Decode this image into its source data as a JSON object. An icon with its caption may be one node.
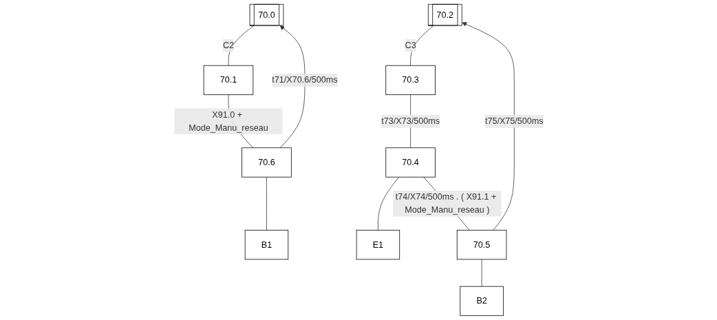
{
  "diagram": {
    "nodes": [
      {
        "text": [
          "70.0"
        ]
      },
      {
        "text": [
          "70.1"
        ]
      },
      {
        "text": [
          "70.6"
        ]
      },
      {
        "text": [
          "B1"
        ]
      },
      {
        "text": [
          "70.2"
        ]
      },
      {
        "text": [
          "70.3"
        ]
      },
      {
        "text": [
          "70.4"
        ]
      },
      {
        "text": [
          "E1"
        ]
      },
      {
        "text": [
          "70.5"
        ]
      },
      {
        "text": [
          "B2"
        ]
      }
    ],
    "edges": [
      {
        "from": 0,
        "to": 1,
        "arrow": "none",
        "label": "C2"
      },
      {
        "from": 1,
        "to": 2,
        "arrow": "none",
        "label": "X91.0 + Mode_Manu_reseau"
      },
      {
        "from": 2,
        "to": 3,
        "arrow": "none"
      },
      {
        "from": 2,
        "to": 0,
        "arrow": "to",
        "label": "t71/X70.6/500ms"
      },
      {
        "from": 4,
        "to": 5,
        "arrow": "none",
        "label": "C3"
      },
      {
        "from": 5,
        "to": 6,
        "arrow": "none",
        "label": "t73/X73/500ms"
      },
      {
        "from": 6,
        "to": 7,
        "arrow": "none"
      },
      {
        "from": 6,
        "to": 8,
        "arrow": "none",
        "label": "t74/X74/500ms . ( X91.1 + Mode_Manu_reseau )"
      },
      {
        "from": 8,
        "to": 9,
        "arrow": "none"
      },
      {
        "from": 8,
        "to": 4,
        "arrow": "to",
        "label": "t75/X75/500ms"
      }
    ]
  }
}
